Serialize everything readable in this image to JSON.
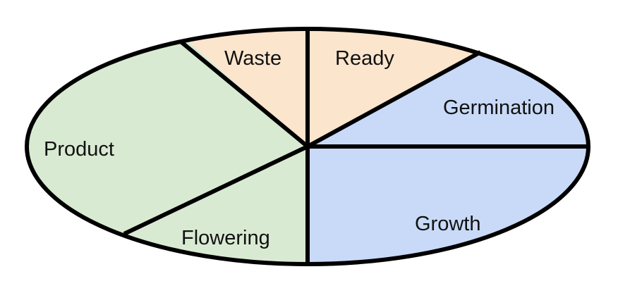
{
  "diagram": {
    "segments": [
      {
        "id": "waste",
        "label": "Waste",
        "color": "#fce5cd"
      },
      {
        "id": "ready",
        "label": "Ready",
        "color": "#fce5cd"
      },
      {
        "id": "germination",
        "label": "Germination",
        "color": "#c9daf8"
      },
      {
        "id": "growth",
        "label": "Growth",
        "color": "#c9daf8"
      },
      {
        "id": "flowering",
        "label": "Flowering",
        "color": "#d9ead3"
      },
      {
        "id": "product",
        "label": "Product",
        "color": "#d9ead3"
      }
    ],
    "outline_color": "#000000"
  }
}
